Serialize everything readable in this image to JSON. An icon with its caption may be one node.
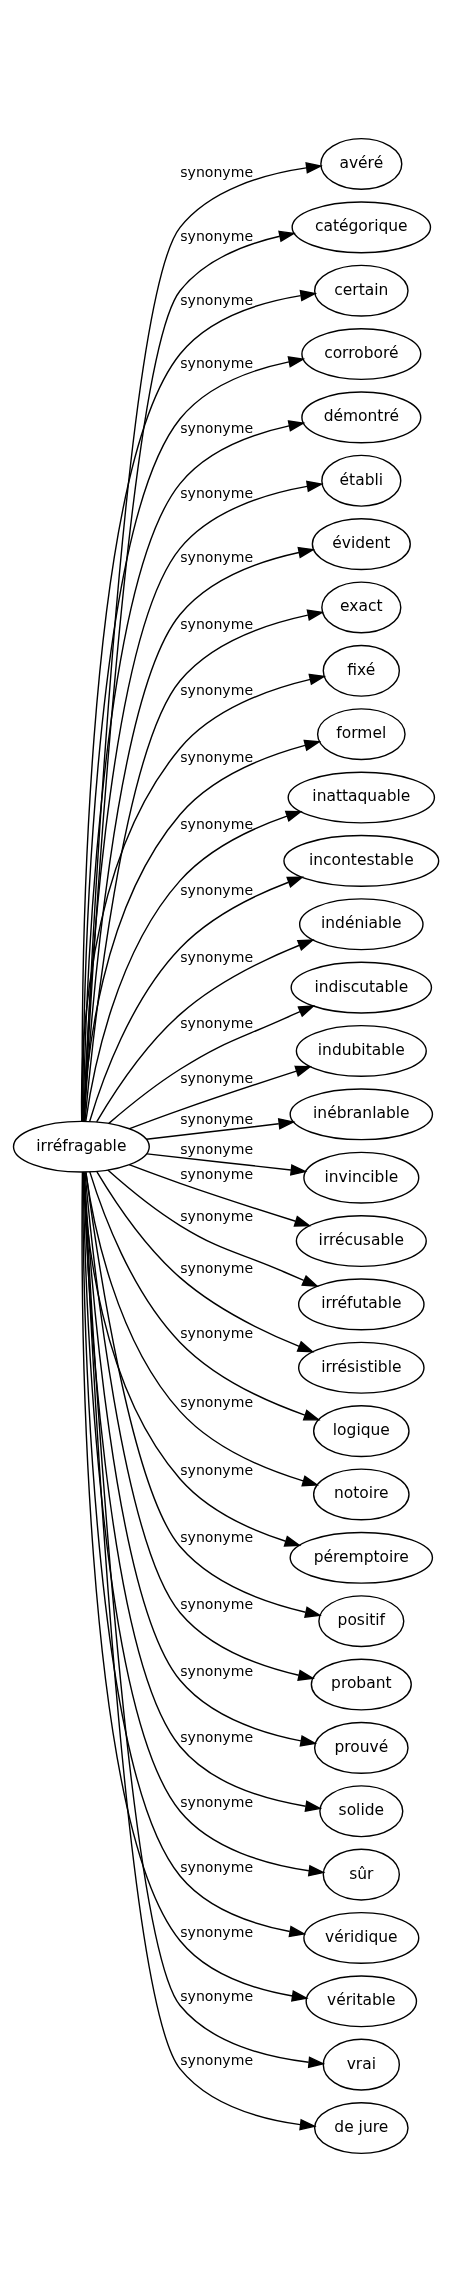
{
  "diagram": {
    "nodes": [
      {
        "text": [
          "irréfragable"
        ]
      },
      {
        "text": [
          "avéré"
        ]
      },
      {
        "text": [
          "catégorique"
        ]
      },
      {
        "text": [
          "certain"
        ]
      },
      {
        "text": [
          "corroboré"
        ]
      },
      {
        "text": [
          "démontré"
        ]
      },
      {
        "text": [
          "établi"
        ]
      },
      {
        "text": [
          "évident"
        ]
      },
      {
        "text": [
          "exact"
        ]
      },
      {
        "text": [
          "fixé"
        ]
      },
      {
        "text": [
          "formel"
        ]
      },
      {
        "text": [
          "inattaquable"
        ]
      },
      {
        "text": [
          "incontestable"
        ]
      },
      {
        "text": [
          "indéniable"
        ]
      },
      {
        "text": [
          "indiscutable"
        ]
      },
      {
        "text": [
          "indubitable"
        ]
      },
      {
        "text": [
          "inébranlable"
        ]
      },
      {
        "text": [
          "invincible"
        ]
      },
      {
        "text": [
          "irrécusable"
        ]
      },
      {
        "text": [
          "irréfutable"
        ]
      },
      {
        "text": [
          "irrésistible"
        ]
      },
      {
        "text": [
          "logique"
        ]
      },
      {
        "text": [
          "notoire"
        ]
      },
      {
        "text": [
          "péremptoire"
        ]
      },
      {
        "text": [
          "positif"
        ]
      },
      {
        "text": [
          "probant"
        ]
      },
      {
        "text": [
          "prouvé"
        ]
      },
      {
        "text": [
          "solide"
        ]
      },
      {
        "text": [
          "sûr"
        ]
      },
      {
        "text": [
          "véridique"
        ]
      },
      {
        "text": [
          "véritable"
        ]
      },
      {
        "text": [
          "vrai"
        ]
      },
      {
        "text": [
          "de jure"
        ]
      }
    ],
    "edges": [
      {
        "from": 0,
        "to": 1,
        "arrow": "to",
        "label": "synonyme"
      },
      {
        "from": 0,
        "to": 2,
        "arrow": "to",
        "label": "synonyme"
      },
      {
        "from": 0,
        "to": 3,
        "arrow": "to",
        "label": "synonyme"
      },
      {
        "from": 0,
        "to": 4,
        "arrow": "to",
        "label": "synonyme"
      },
      {
        "from": 0,
        "to": 5,
        "arrow": "to",
        "label": "synonyme"
      },
      {
        "from": 0,
        "to": 6,
        "arrow": "to",
        "label": "synonyme"
      },
      {
        "from": 0,
        "to": 7,
        "arrow": "to",
        "label": "synonyme"
      },
      {
        "from": 0,
        "to": 8,
        "arrow": "to",
        "label": "synonyme"
      },
      {
        "from": 0,
        "to": 9,
        "arrow": "to",
        "label": "synonyme"
      },
      {
        "from": 0,
        "to": 10,
        "arrow": "to",
        "label": "synonyme"
      },
      {
        "from": 0,
        "to": 11,
        "arrow": "to",
        "label": "synonyme"
      },
      {
        "from": 0,
        "to": 12,
        "arrow": "to",
        "label": "synonyme"
      },
      {
        "from": 0,
        "to": 13,
        "arrow": "to",
        "label": "synonyme"
      },
      {
        "from": 0,
        "to": 14,
        "arrow": "to",
        "label": "synonyme"
      },
      {
        "from": 0,
        "to": 15,
        "arrow": "to",
        "label": "synonyme"
      },
      {
        "from": 0,
        "to": 16,
        "arrow": "to",
        "label": "synonyme"
      },
      {
        "from": 0,
        "to": 17,
        "arrow": "to",
        "label": "synonyme"
      },
      {
        "from": 0,
        "to": 18,
        "arrow": "to",
        "label": "synonyme"
      },
      {
        "from": 0,
        "to": 19,
        "arrow": "to",
        "label": "synonyme"
      },
      {
        "from": 0,
        "to": 20,
        "arrow": "to",
        "label": "synonyme"
      },
      {
        "from": 0,
        "to": 21,
        "arrow": "to",
        "label": "synonyme"
      },
      {
        "from": 0,
        "to": 22,
        "arrow": "to",
        "label": "synonyme"
      },
      {
        "from": 0,
        "to": 23,
        "arrow": "to",
        "label": "synonyme"
      },
      {
        "from": 0,
        "to": 24,
        "arrow": "to",
        "label": "synonyme"
      },
      {
        "from": 0,
        "to": 25,
        "arrow": "to",
        "label": "synonyme"
      },
      {
        "from": 0,
        "to": 26,
        "arrow": "to",
        "label": "synonyme"
      },
      {
        "from": 0,
        "to": 27,
        "arrow": "to",
        "label": "synonyme"
      },
      {
        "from": 0,
        "to": 28,
        "arrow": "to",
        "label": "synonyme"
      },
      {
        "from": 0,
        "to": 29,
        "arrow": "to",
        "label": "synonyme"
      },
      {
        "from": 0,
        "to": 30,
        "arrow": "to",
        "label": "synonyme"
      },
      {
        "from": 0,
        "to": 31,
        "arrow": "to",
        "label": "synonyme"
      },
      {
        "from": 0,
        "to": 32,
        "arrow": "to",
        "label": "synonyme"
      }
    ]
  }
}
